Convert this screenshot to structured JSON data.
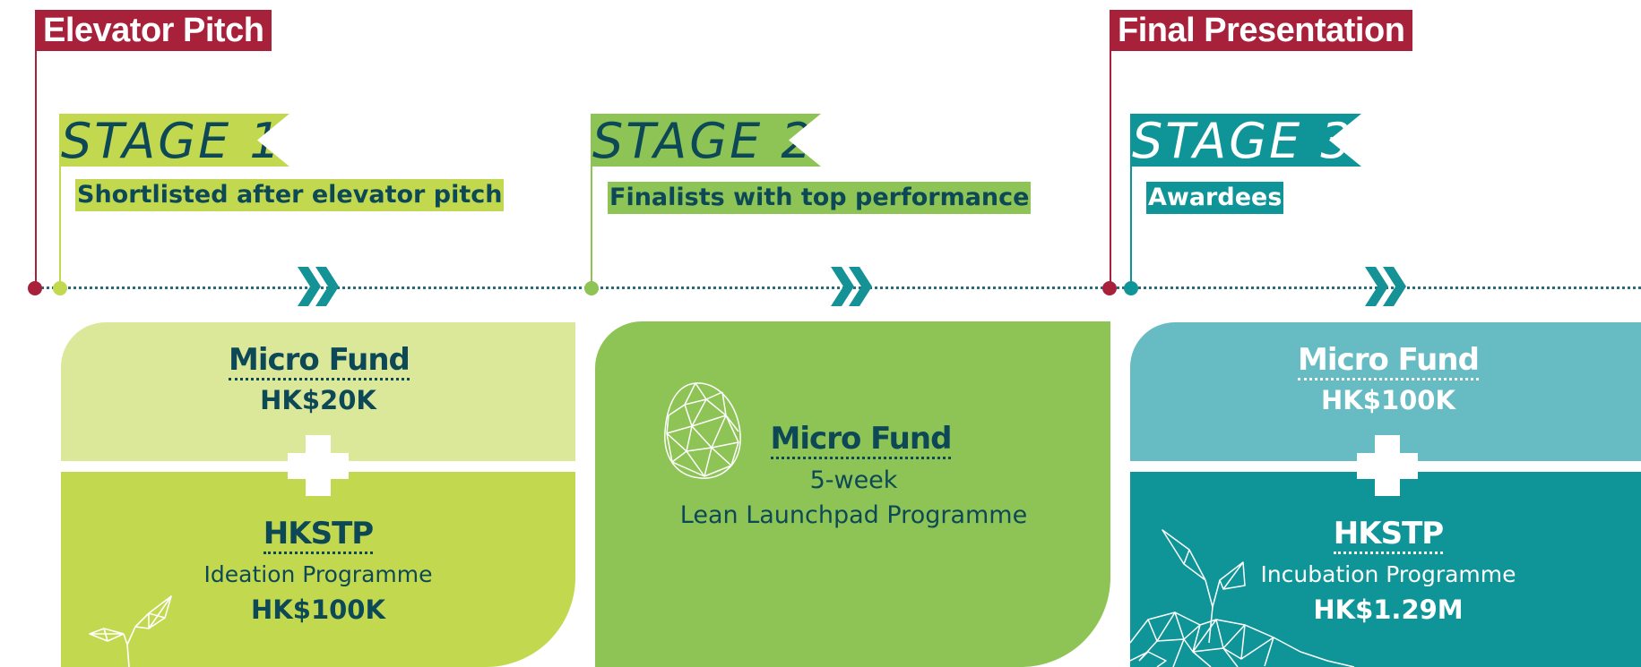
{
  "milestones": {
    "elevator_pitch": "Elevator Pitch",
    "final_presentation": "Final Presentation"
  },
  "stages": [
    {
      "label": "STAGE 1",
      "subtitle": "Shortlisted after elevator pitch"
    },
    {
      "label": "STAGE 2",
      "subtitle": "Finalists with top performance"
    },
    {
      "label": "STAGE 3",
      "subtitle": "Awardees"
    }
  ],
  "stage1_card": {
    "fund_title": "Micro Fund",
    "fund_amount": "HK$20K",
    "programme_org": "HKSTP",
    "programme_name": "Ideation Programme",
    "programme_amount": "HK$100K"
  },
  "stage2_card": {
    "fund_title": "Micro Fund",
    "duration": "5-week",
    "programme_name": "Lean Launchpad Programme"
  },
  "stage3_card": {
    "fund_title": "Micro Fund",
    "fund_amount": "HK$100K",
    "programme_org": "HKSTP",
    "programme_name": "Incubation Programme",
    "programme_amount": "HK$1.29M"
  },
  "colors": {
    "milestone_red": "#a8213b",
    "stage1_green": "#c2d94f",
    "stage1_light": "#dbe899",
    "stage2_green": "#8dc455",
    "stage3_teal": "#0f9598",
    "stage3_light": "#66bcc2",
    "dark_text": "#0d4857",
    "timeline": "#2b6a77",
    "chevron": "#149296"
  },
  "icons": [
    "double-chevron-icon",
    "plus-icon",
    "egg-mesh-icon",
    "sprout-icon"
  ]
}
